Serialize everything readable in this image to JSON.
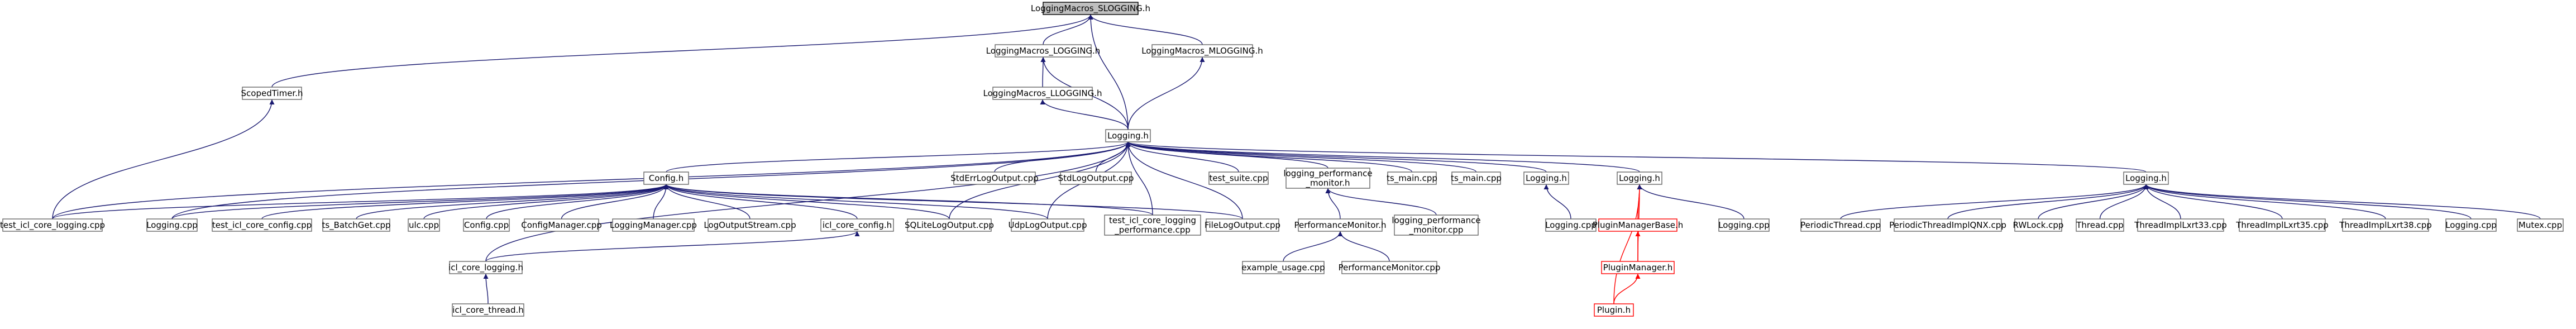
{
  "nodes": [
    {
      "id": "root",
      "lines": [
        "LoggingMacros_SLOGGING.h"
      ],
      "style": "root"
    },
    {
      "id": "scopedtimer",
      "lines": [
        "ScopedTimer.h"
      ]
    },
    {
      "id": "macros_logging",
      "lines": [
        "LoggingMacros_LOGGING.h"
      ]
    },
    {
      "id": "macros_mlogging",
      "lines": [
        "LoggingMacros_MLOGGING.h"
      ]
    },
    {
      "id": "macros_llogging",
      "lines": [
        "LoggingMacros_LLOGGING.h"
      ]
    },
    {
      "id": "logging_h",
      "lines": [
        "Logging.h"
      ]
    },
    {
      "id": "config_h",
      "lines": [
        "Config.h"
      ]
    },
    {
      "id": "stderr_cpp",
      "lines": [
        "StdErrLogOutput.cpp"
      ]
    },
    {
      "id": "stdlog_cpp",
      "lines": [
        "StdLogOutput.cpp"
      ]
    },
    {
      "id": "test_suite_cpp",
      "lines": [
        "test_suite.cpp"
      ]
    },
    {
      "id": "perfmon_h",
      "lines": [
        "logging_performance",
        "_monitor.h"
      ]
    },
    {
      "id": "ts_main1",
      "lines": [
        "ts_main.cpp"
      ]
    },
    {
      "id": "ts_main2",
      "lines": [
        "ts_main.cpp"
      ]
    },
    {
      "id": "logging_h2",
      "lines": [
        "Logging.h"
      ]
    },
    {
      "id": "logging_h3",
      "lines": [
        "Logging.h"
      ]
    },
    {
      "id": "logging_h4",
      "lines": [
        "Logging.h"
      ]
    },
    {
      "id": "test_icl_core_logging_cpp",
      "lines": [
        "test_icl_core_logging.cpp"
      ]
    },
    {
      "id": "logging_cpp1",
      "lines": [
        "Logging.cpp"
      ]
    },
    {
      "id": "test_icl_core_config_cpp",
      "lines": [
        "test_icl_core_config.cpp"
      ]
    },
    {
      "id": "ts_batchget_cpp",
      "lines": [
        "ts_BatchGet.cpp"
      ]
    },
    {
      "id": "ulc_cpp",
      "lines": [
        "ulc.cpp"
      ]
    },
    {
      "id": "config_cpp",
      "lines": [
        "Config.cpp"
      ]
    },
    {
      "id": "configmanager_cpp",
      "lines": [
        "ConfigManager.cpp"
      ]
    },
    {
      "id": "loggingmanager_cpp",
      "lines": [
        "LoggingManager.cpp"
      ]
    },
    {
      "id": "logoutputstream_cpp",
      "lines": [
        "LogOutputStream.cpp"
      ]
    },
    {
      "id": "icl_core_config_h",
      "lines": [
        "icl_core_config.h"
      ]
    },
    {
      "id": "sqlite_cpp",
      "lines": [
        "SQLiteLogOutput.cpp"
      ]
    },
    {
      "id": "udp_cpp",
      "lines": [
        "UdpLogOutput.cpp"
      ]
    },
    {
      "id": "test_perf_cpp",
      "lines": [
        "test_icl_core_logging",
        "_performance.cpp"
      ]
    },
    {
      "id": "file_cpp",
      "lines": [
        "FileLogOutput.cpp"
      ]
    },
    {
      "id": "perfmonitor_h",
      "lines": [
        "PerformanceMonitor.h"
      ]
    },
    {
      "id": "perfmon_cpp",
      "lines": [
        "logging_performance",
        "_monitor.cpp"
      ]
    },
    {
      "id": "logging_cpp2",
      "lines": [
        "Logging.cpp"
      ]
    },
    {
      "id": "pluginmanagerbase_h",
      "lines": [
        "PluginManagerBase.h"
      ],
      "style": "red"
    },
    {
      "id": "pluginmanager_h",
      "lines": [
        "PluginManager.h"
      ],
      "style": "red"
    },
    {
      "id": "plugin_h",
      "lines": [
        "Plugin.h"
      ],
      "style": "red"
    },
    {
      "id": "logging_cpp3",
      "lines": [
        "Logging.cpp"
      ]
    },
    {
      "id": "periodicthread_cpp",
      "lines": [
        "PeriodicThread.cpp"
      ]
    },
    {
      "id": "periodicqnx_cpp",
      "lines": [
        "PeriodicThreadImplQNX.cpp"
      ]
    },
    {
      "id": "rwlock_cpp",
      "lines": [
        "RWLock.cpp"
      ]
    },
    {
      "id": "thread_cpp",
      "lines": [
        "Thread.cpp"
      ]
    },
    {
      "id": "lxrt33_cpp",
      "lines": [
        "ThreadImplLxrt33.cpp"
      ]
    },
    {
      "id": "lxrt35_cpp",
      "lines": [
        "ThreadImplLxrt35.cpp"
      ]
    },
    {
      "id": "lxrt38_cpp",
      "lines": [
        "ThreadImplLxrt38.cpp"
      ]
    },
    {
      "id": "logging_cpp4",
      "lines": [
        "Logging.cpp"
      ]
    },
    {
      "id": "mutex_cpp",
      "lines": [
        "Mutex.cpp"
      ]
    },
    {
      "id": "icl_core_logging_h",
      "lines": [
        "icl_core_logging.h"
      ]
    },
    {
      "id": "example_usage_cpp",
      "lines": [
        "example_usage.cpp"
      ]
    },
    {
      "id": "perfmonitor_cpp",
      "lines": [
        "PerformanceMonitor.cpp"
      ]
    },
    {
      "id": "icl_core_thread_h",
      "lines": [
        "icl_core_thread.h"
      ]
    }
  ],
  "edges": [
    [
      "root",
      "scopedtimer"
    ],
    [
      "root",
      "macros_logging"
    ],
    [
      "root",
      "macros_mlogging"
    ],
    [
      "root",
      "logging_h"
    ],
    [
      "macros_logging",
      "macros_llogging"
    ],
    [
      "macros_logging",
      "logging_h"
    ],
    [
      "macros_llogging",
      "logging_h"
    ],
    [
      "macros_mlogging",
      "logging_h"
    ],
    [
      "scopedtimer",
      "test_icl_core_logging_cpp"
    ],
    [
      "logging_h",
      "config_h"
    ],
    [
      "logging_h",
      "stderr_cpp"
    ],
    [
      "logging_h",
      "stdlog_cpp"
    ],
    [
      "logging_h",
      "test_suite_cpp"
    ],
    [
      "logging_h",
      "perfmon_h"
    ],
    [
      "logging_h",
      "ts_main1"
    ],
    [
      "logging_h",
      "ts_main2"
    ],
    [
      "logging_h",
      "logging_h2"
    ],
    [
      "logging_h",
      "logging_h3"
    ],
    [
      "logging_h",
      "logging_h4"
    ],
    [
      "logging_h",
      "test_icl_core_logging_cpp"
    ],
    [
      "logging_h",
      "logging_cpp1"
    ],
    [
      "logging_h",
      "sqlite_cpp"
    ],
    [
      "logging_h",
      "udp_cpp"
    ],
    [
      "logging_h",
      "test_perf_cpp"
    ],
    [
      "logging_h",
      "file_cpp"
    ],
    [
      "logging_h",
      "icl_core_logging_h"
    ],
    [
      "config_h",
      "test_icl_core_logging_cpp"
    ],
    [
      "config_h",
      "logging_cpp1"
    ],
    [
      "config_h",
      "test_icl_core_config_cpp"
    ],
    [
      "config_h",
      "ts_batchget_cpp"
    ],
    [
      "config_h",
      "ulc_cpp"
    ],
    [
      "config_h",
      "config_cpp"
    ],
    [
      "config_h",
      "configmanager_cpp"
    ],
    [
      "config_h",
      "loggingmanager_cpp"
    ],
    [
      "config_h",
      "logoutputstream_cpp"
    ],
    [
      "config_h",
      "icl_core_config_h"
    ],
    [
      "config_h",
      "sqlite_cpp"
    ],
    [
      "config_h",
      "udp_cpp"
    ],
    [
      "config_h",
      "test_perf_cpp"
    ],
    [
      "config_h",
      "file_cpp"
    ],
    [
      "icl_core_config_h",
      "icl_core_logging_h"
    ],
    [
      "perfmon_h",
      "perfmonitor_h"
    ],
    [
      "perfmon_h",
      "perfmon_cpp"
    ],
    [
      "perfmonitor_h",
      "example_usage_cpp"
    ],
    [
      "perfmonitor_h",
      "perfmonitor_cpp"
    ],
    [
      "logging_h2",
      "logging_cpp2"
    ],
    [
      "logging_h3",
      "pluginmanagerbase_h",
      "red"
    ],
    [
      "logging_h3",
      "pluginmanager_h",
      "red"
    ],
    [
      "logging_h3",
      "plugin_h",
      "red"
    ],
    [
      "logging_h3",
      "logging_cpp3"
    ],
    [
      "pluginmanagerbase_h",
      "pluginmanager_h",
      "red"
    ],
    [
      "pluginmanager_h",
      "plugin_h",
      "red"
    ],
    [
      "logging_h4",
      "periodicthread_cpp"
    ],
    [
      "logging_h4",
      "periodicqnx_cpp"
    ],
    [
      "logging_h4",
      "rwlock_cpp"
    ],
    [
      "logging_h4",
      "thread_cpp"
    ],
    [
      "logging_h4",
      "lxrt33_cpp"
    ],
    [
      "logging_h4",
      "lxrt35_cpp"
    ],
    [
      "logging_h4",
      "lxrt38_cpp"
    ],
    [
      "logging_h4",
      "logging_cpp4"
    ],
    [
      "logging_h4",
      "mutex_cpp"
    ],
    [
      "icl_core_logging_h",
      "icl_core_thread_h"
    ]
  ]
}
